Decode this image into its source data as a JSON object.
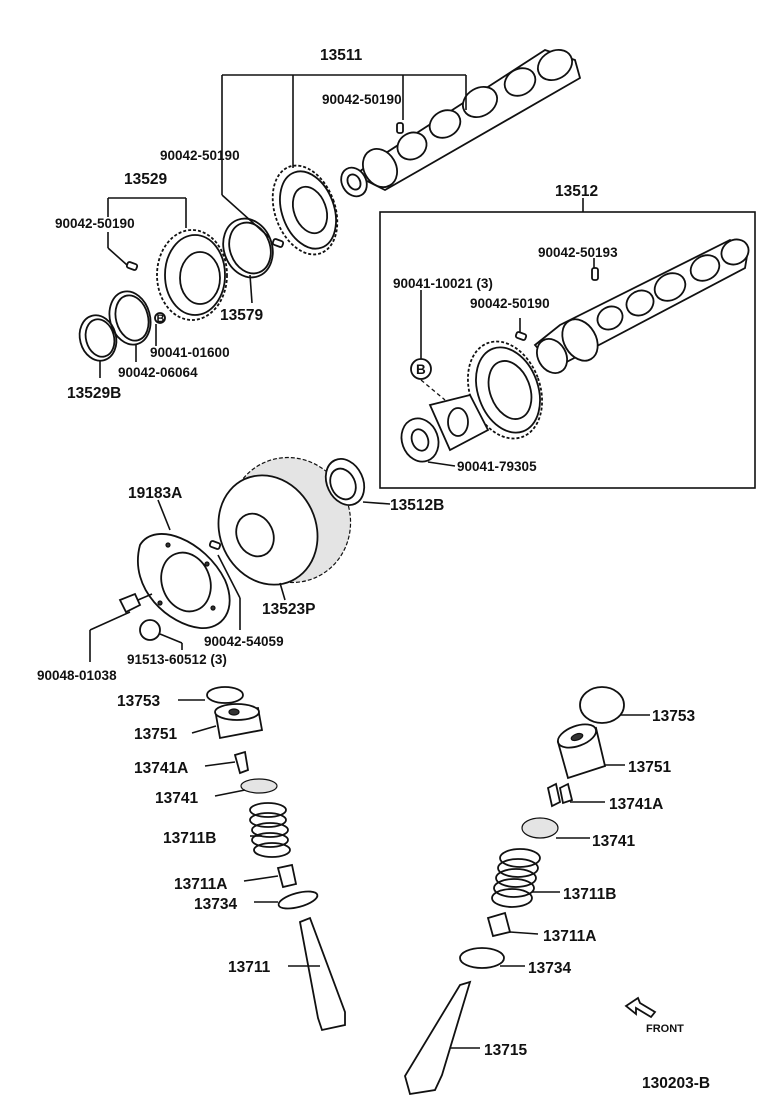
{
  "labels": {
    "camshaft_assy_1": "13511",
    "pin_a": "90042-50190",
    "pin_b": "90042-50190",
    "sprocket_group": "13529",
    "pin_c": "90042-50190",
    "snap_ring": "13579",
    "bolt_01600": "90041-01600",
    "washer_06064": "90042-06064",
    "plate_13529b": "13529B",
    "camshaft_assy_2": "13512",
    "pin_50193": "90042-50193",
    "bolt_10021": "90041-10021 (3)",
    "pin_d": "90042-50190",
    "plate_79305": "90041-79305",
    "seal_13512b": "13512B",
    "plate_19183a": "19183A",
    "gear_13523p": "13523P",
    "pin_54059": "90042-54059",
    "bolt_60512": "91513-60512 (3)",
    "bolt_01038": "90048-01038",
    "shim_left": "13753",
    "lifter_left": "13751",
    "keeper_left": "13741A",
    "retainer_left": "13741",
    "spring_left": "13711B",
    "seal_left": "13711A",
    "seat_left": "13734",
    "valve_left": "13711",
    "shim_right": "13753",
    "lifter_right": "13751",
    "keeper_right": "13741A",
    "retainer_right": "13741",
    "spring_right": "13711B",
    "seal_right": "13711A",
    "seat_right": "13734",
    "valve_right": "13715",
    "ref_b_1": "B",
    "ref_b_2": "B",
    "front": "FRONT",
    "diagram_id": "130203-B"
  }
}
